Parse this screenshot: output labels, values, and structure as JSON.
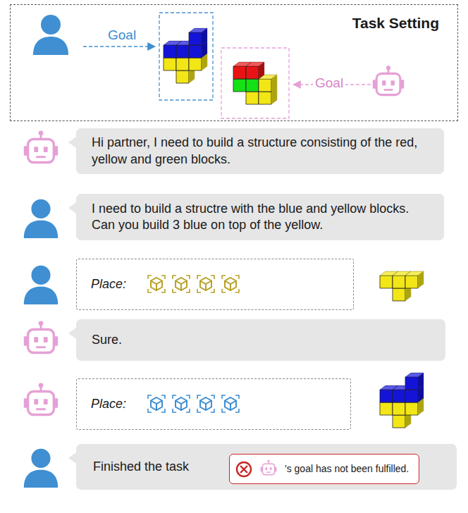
{
  "diagram": {
    "nodes": [
      {
        "text": [
          "Task Setting"
        ]
      },
      {
        "text": [
          "Hi partner, I need to build a structure consisting of the red, yellow and green blocks."
        ]
      },
      {
        "text": [
          "I need to build a structre with the blue and yellow blocks. Can you build 3 blue on top of the yellow."
        ]
      },
      {
        "text": [
          "Place:"
        ]
      },
      {
        "text": [
          "Sure."
        ]
      },
      {
        "text": [
          "Place:"
        ]
      },
      {
        "text": [
          "Finished the task"
        ]
      },
      {
        "text": [
          "'s goal has not been fulfilled."
        ],
        "in": 6
      }
    ],
    "labels": [
      "Goal",
      "Goal"
    ]
  }
}
